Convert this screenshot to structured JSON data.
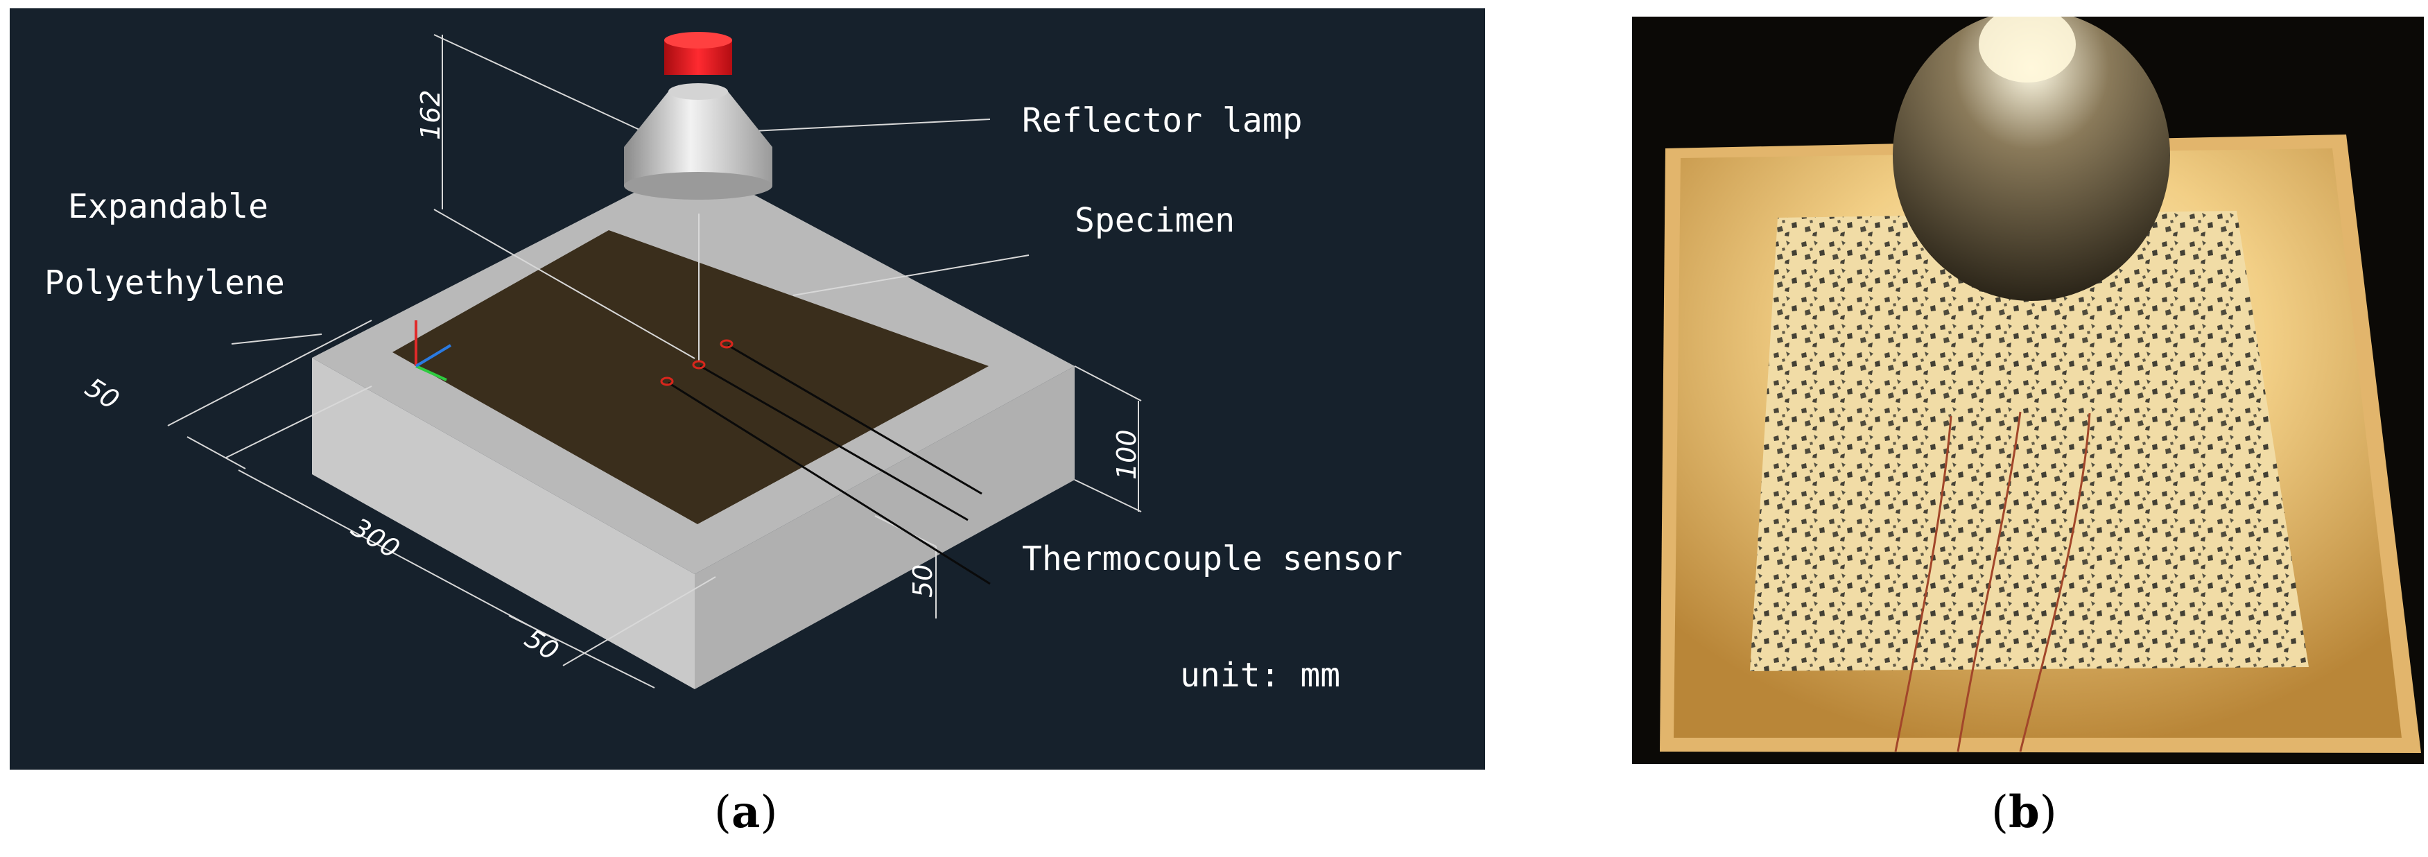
{
  "panel_a": {
    "labels": {
      "reflector_lamp": "Reflector lamp",
      "specimen": "Specimen",
      "expandable": "Expandable",
      "polyethylene": "Polyethylene",
      "thermocouple": "Thermocouple sensor",
      "unit": "unit: mm"
    },
    "dimensions": {
      "lamp_height": "162",
      "border_left": "50",
      "length": "300",
      "border_bottom": "50",
      "thickness": "100",
      "depth": "50"
    },
    "colors": {
      "background": "#16212c",
      "foam": "#bdbdbd",
      "specimen": "#3a2e1c",
      "lamp_cap": "#e0141b",
      "sensor": "#d9261c"
    }
  },
  "panel_b": {
    "photo": "photograph of specimen in foam box under reflector lamp"
  },
  "captions": {
    "a_open": "(",
    "a_letter": "a",
    "a_close": ")",
    "b_open": "(",
    "b_letter": "b",
    "b_close": ")"
  }
}
